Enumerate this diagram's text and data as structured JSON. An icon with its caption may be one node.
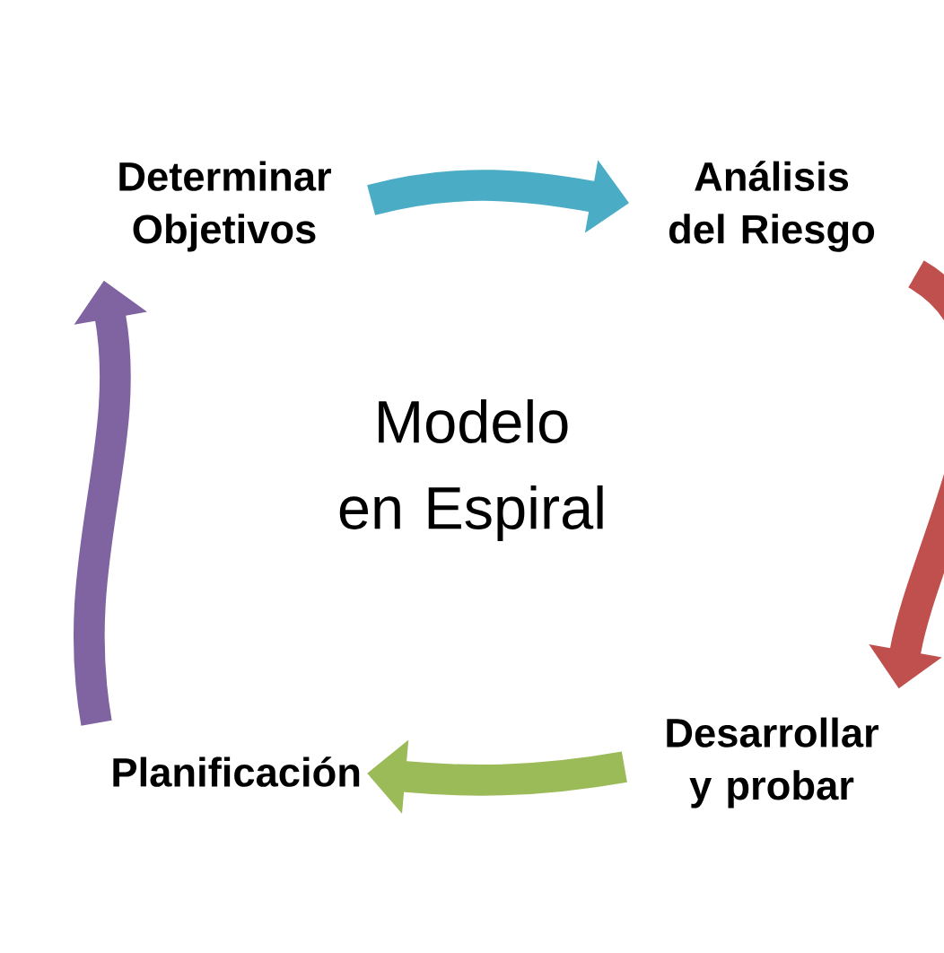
{
  "diagram": {
    "nodes": [
      {
        "text": [
          "Determinar Objetivos"
        ]
      },
      {
        "text": [
          "Análisis del Riesgo"
        ]
      },
      {
        "text": [
          "Desarrollar y probar"
        ]
      },
      {
        "text": [
          "Planificación"
        ]
      }
    ],
    "edges": [
      {
        "from": 0,
        "to": 1,
        "arrow": "to",
        "color": "#4bacc6"
      },
      {
        "from": 1,
        "to": 2,
        "arrow": "to",
        "color": "#c0504d"
      },
      {
        "from": 2,
        "to": 3,
        "arrow": "to",
        "color": "#9bbb59"
      },
      {
        "from": 3,
        "to": 0,
        "arrow": "to",
        "color": "#8064a2"
      }
    ],
    "labels": [
      "Modelo en Espiral"
    ]
  }
}
